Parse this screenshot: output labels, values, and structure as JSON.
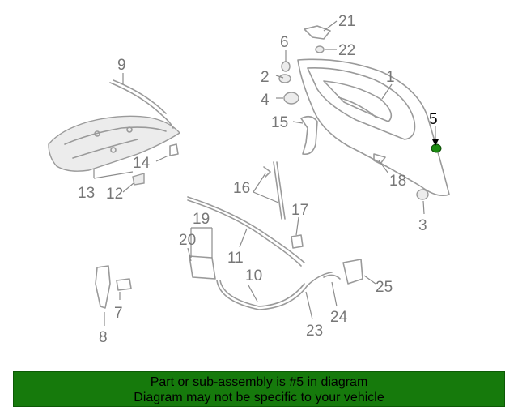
{
  "diagram": {
    "callouts": [
      "1",
      "2",
      "3",
      "4",
      "5",
      "6",
      "7",
      "8",
      "9",
      "10",
      "11",
      "12",
      "13",
      "14",
      "15",
      "16",
      "17",
      "18",
      "19",
      "20",
      "21",
      "22",
      "23",
      "24",
      "25"
    ],
    "highlighted": "5",
    "highlight_color": "#1a8a10"
  },
  "banner": {
    "line1": "Part or sub-assembly is #5 in diagram",
    "line2": "Diagram may not be specific to your vehicle",
    "background": "#167a0c"
  }
}
